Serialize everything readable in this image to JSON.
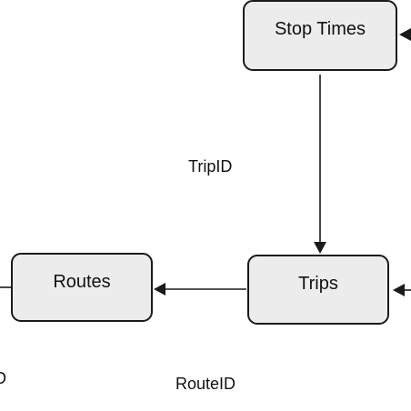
{
  "diagram": {
    "nodes": {
      "stop_times": "Stop Times",
      "trips": "Trips",
      "routes": "Routes"
    },
    "edges": {
      "stop_times_to_trips": "TripID",
      "trips_to_routes": "RouteID"
    },
    "fragments": {
      "left_edge": "D"
    }
  }
}
